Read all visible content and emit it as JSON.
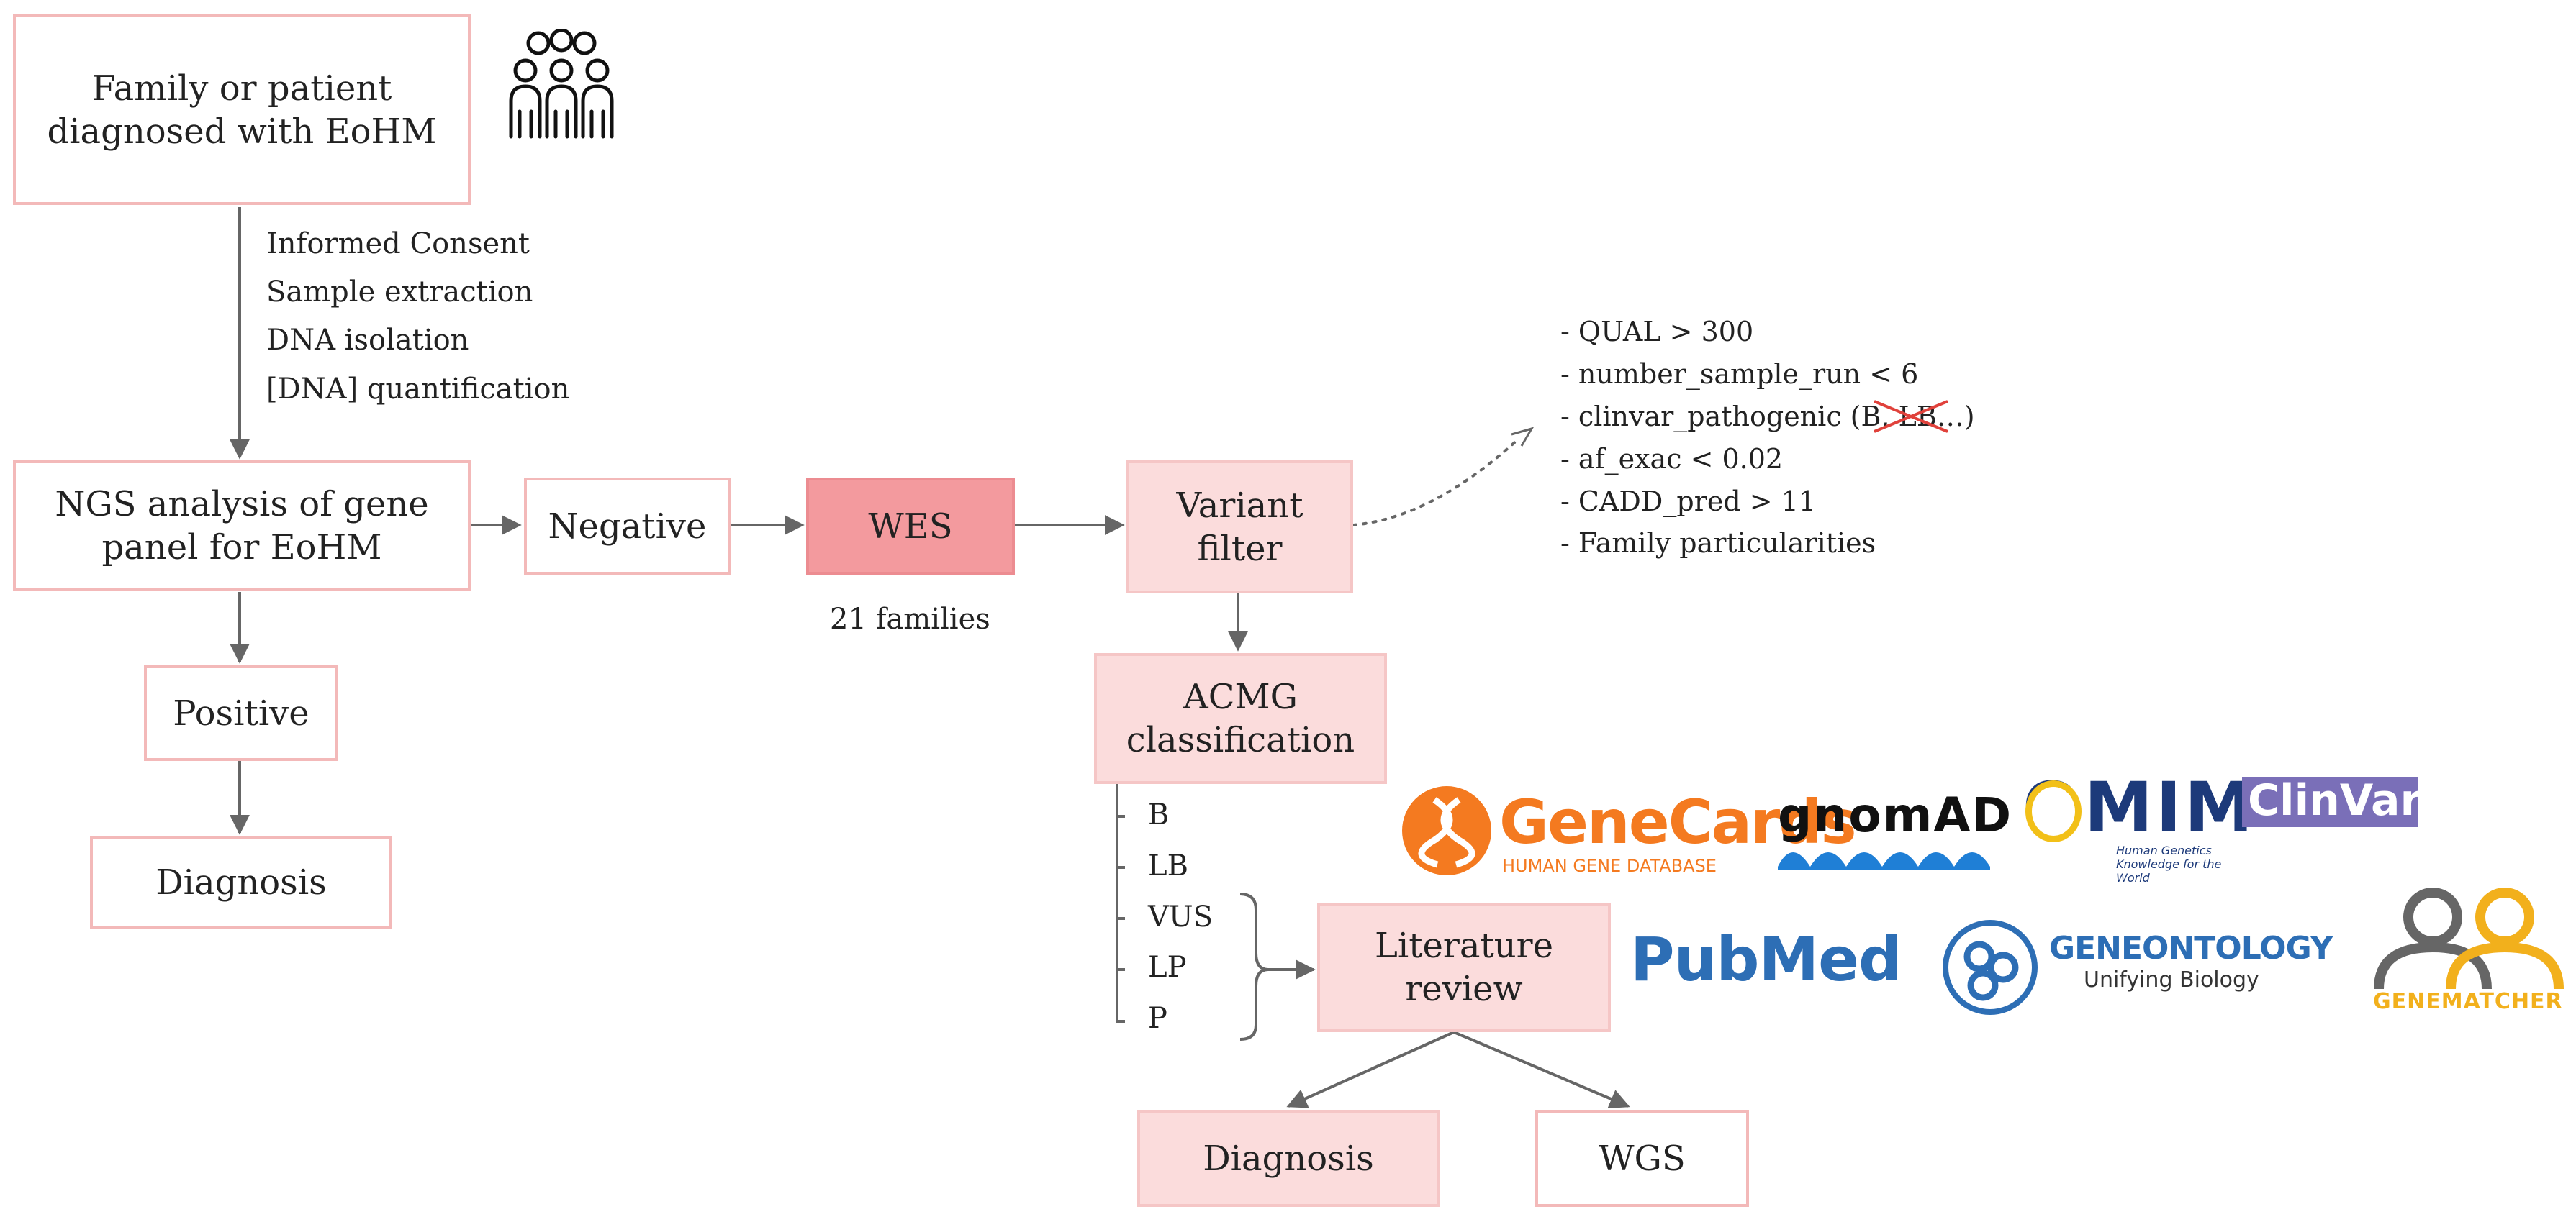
{
  "boxes": {
    "family": "Family or patient diagnosed with EoHM",
    "ngs": "NGS analysis of gene panel for EoHM",
    "negative": "Negative",
    "wes": "WES",
    "variant_filter": "Variant filter",
    "positive": "Positive",
    "diagnosis_left": "Diagnosis",
    "acmg": "ACMG classification",
    "literature": "Literature review",
    "diagnosis_right": "Diagnosis",
    "wgs": "WGS"
  },
  "steps": [
    "Informed Consent",
    "Sample extraction",
    "DNA isolation",
    "[DNA] quantification"
  ],
  "wes_caption": "21 families",
  "filters": [
    "- QUAL > 300",
    "- number_sample_run < 6",
    "- clinvar_pathogenic (B, LB…)",
    "- af_exac < 0.02",
    "- CADD_pred > 11",
    "- Family particularities"
  ],
  "filter_struck": "B, LB",
  "acmg_classes": [
    "B",
    "LB",
    "VUS",
    "LP",
    "P"
  ],
  "logos": {
    "genecards": "GeneCards",
    "genecards_sub": "HUMAN GENE DATABASE",
    "gnomad": "gnomAD",
    "omim": "OMIM",
    "omim_sub": "Human Genetics Knowledge for the World",
    "clinvar": "ClinVar",
    "pubmed": "PubMed",
    "geneontology": "GENEONTOLOGY",
    "geneontology_sub": "Unifying Biology",
    "genematcher": "GENEMATCHER"
  },
  "icons": {
    "people": "people-group-icon"
  },
  "colors": {
    "box_border": "#f3b9b9",
    "box_fill": "#fbdcdc",
    "wes_fill": "#f39a9e",
    "arrow": "#666666"
  }
}
